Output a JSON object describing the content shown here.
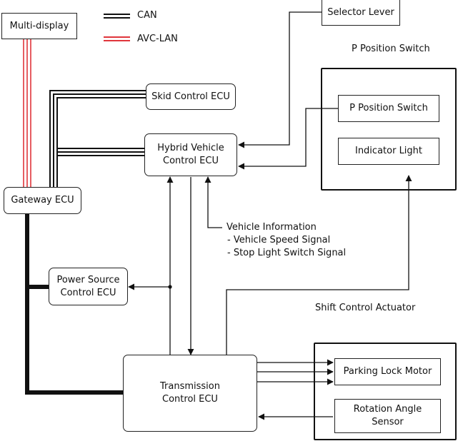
{
  "legend": {
    "can": "CAN",
    "avc_lan": "AVC-LAN"
  },
  "boxes": {
    "multi_display": "Multi-display",
    "selector_lever": "Selector Lever",
    "skid_control_ecu": "Skid Control ECU",
    "hybrid_vehicle_ecu": [
      "Hybrid Vehicle",
      "Control ECU"
    ],
    "gateway_ecu": "Gateway ECU",
    "power_source_ecu": [
      "Power Source",
      "Control ECU"
    ],
    "transmission_ecu": [
      "Transmission",
      "Control ECU"
    ],
    "p_position_switch": "P Position Switch",
    "indicator_light": "Indicator Light",
    "parking_lock_motor": "Parking Lock Motor",
    "rotation_angle_sensor": [
      "Rotation Angle",
      "Sensor"
    ]
  },
  "groups": {
    "p_position_switch_title": "P Position Switch",
    "shift_control_actuator_title": "Shift Control Actuator"
  },
  "vehicle_info": {
    "title": "Vehicle Information",
    "items": [
      "- Vehicle Speed Signal",
      "- Stop Light Switch Signal"
    ]
  },
  "colors": {
    "line": "#111111",
    "avc_lan": "#e0353b"
  }
}
